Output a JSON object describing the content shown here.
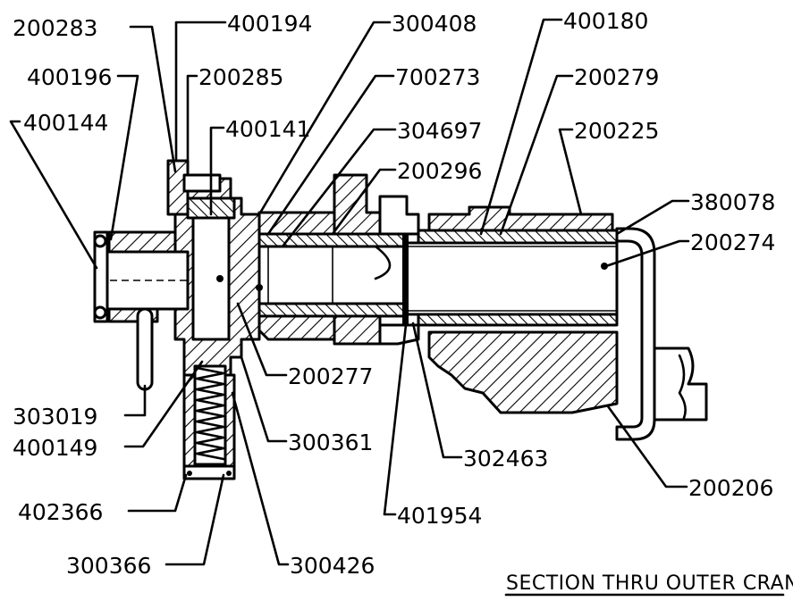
{
  "caption": "SECTION THRU OUTER CRANK HUB",
  "part_labels": {
    "p200283": "200283",
    "p400194": "400194",
    "p300408": "300408",
    "p400180": "400180",
    "p400196": "400196",
    "p200285": "200285",
    "p700273": "700273",
    "p200279": "200279",
    "p400144": "400144",
    "p400141": "400141",
    "p304697": "304697",
    "p200225": "200225",
    "p200296": "200296",
    "p380078": "380078",
    "p200274": "200274",
    "p200277": "200277",
    "p303019": "303019",
    "p400149": "400149",
    "p300361": "300361",
    "p302463": "302463",
    "p200206": "200206",
    "p402366": "402366",
    "p401954": "401954",
    "p300366": "300366",
    "p300426": "300426"
  }
}
